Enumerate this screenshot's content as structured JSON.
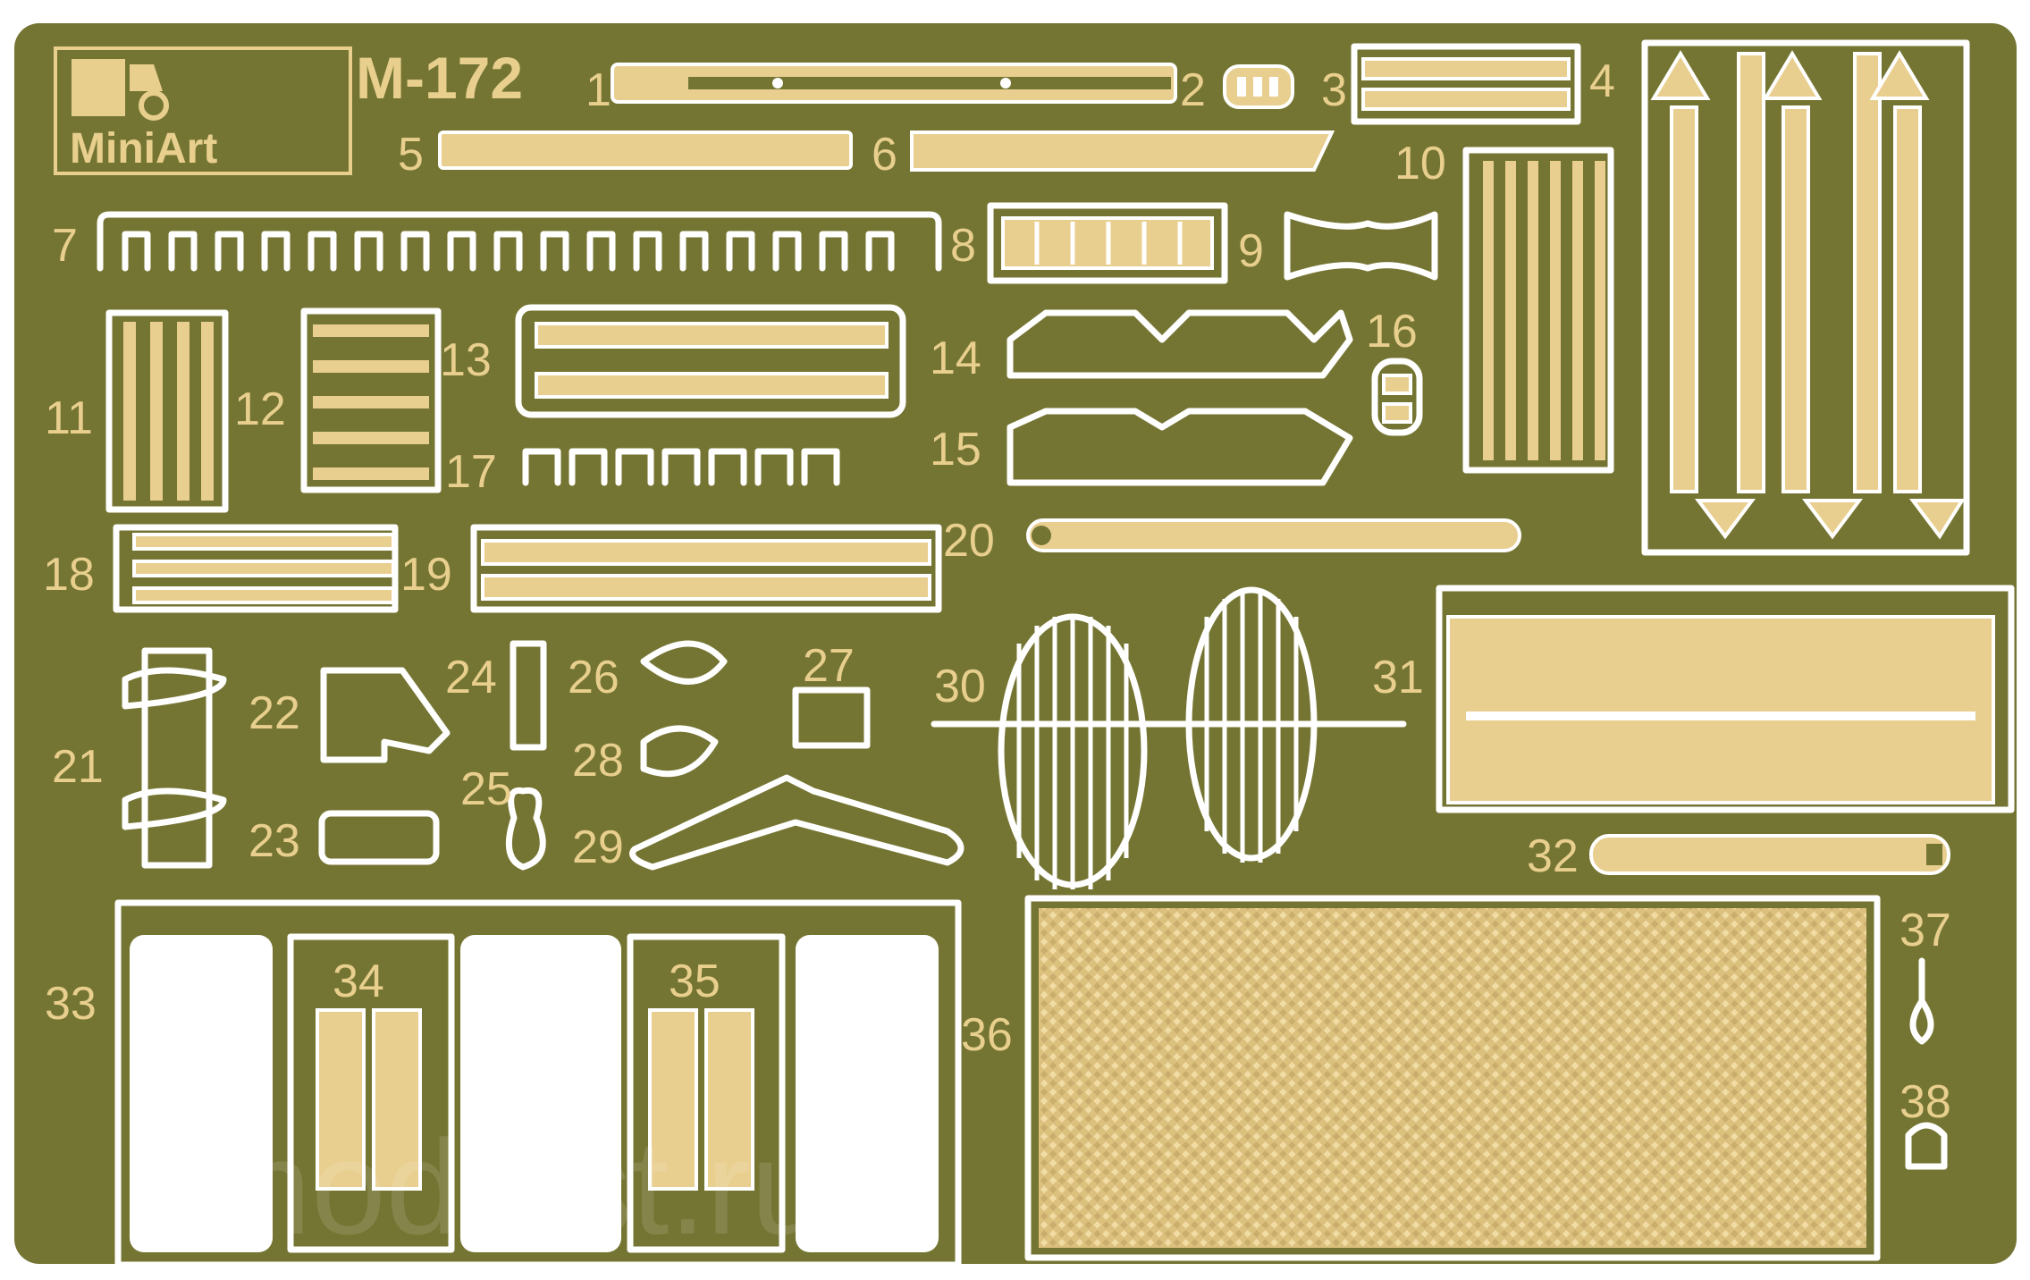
{
  "fret": {
    "product_code": "M-172",
    "brand": "MiniArt",
    "watermark": "i-mod-list.ru",
    "colors": {
      "plate": "#757533",
      "brass": "#e9cf8f",
      "cut": "#ffffff",
      "label": "#e8cf8e"
    }
  },
  "part_numbers": [
    "1",
    "2",
    "3",
    "4",
    "5",
    "6",
    "7",
    "8",
    "9",
    "10",
    "11",
    "12",
    "13",
    "14",
    "15",
    "16",
    "17",
    "18",
    "19",
    "20",
    "21",
    "22",
    "23",
    "24",
    "25",
    "26",
    "27",
    "28",
    "29",
    "30",
    "31",
    "32",
    "33",
    "34",
    "35",
    "36",
    "37",
    "38"
  ]
}
